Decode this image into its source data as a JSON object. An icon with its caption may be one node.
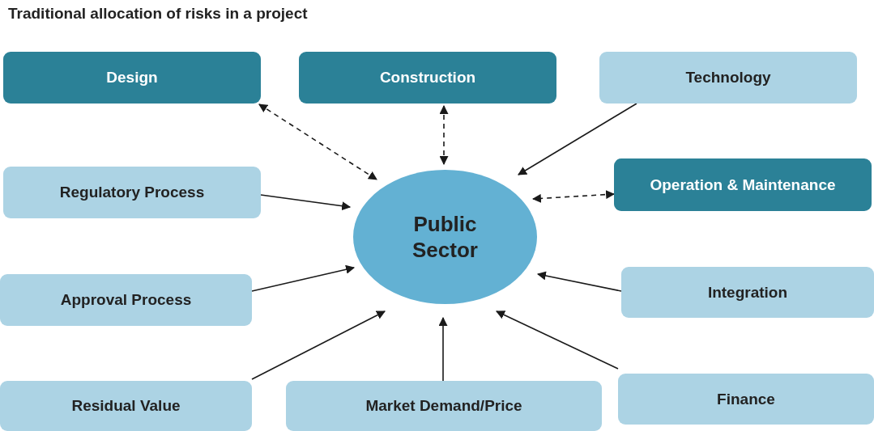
{
  "diagram": {
    "title": "Traditional allocation of risks in a project",
    "nodes": [
      {
        "text": [
          "Design"
        ]
      },
      {
        "text": [
          "Construction"
        ]
      },
      {
        "text": [
          "Technology"
        ]
      },
      {
        "text": [
          "Regulatory Process"
        ]
      },
      {
        "text": [
          "Public Sector"
        ]
      },
      {
        "text": [
          "Operation & Maintenance"
        ]
      },
      {
        "text": [
          "Approval Process"
        ]
      },
      {
        "text": [
          "Integration"
        ]
      },
      {
        "text": [
          "Residual Value"
        ]
      },
      {
        "text": [
          "Market Demand/Price"
        ]
      },
      {
        "text": [
          "Finance"
        ]
      }
    ],
    "edges": [
      {
        "from": 0,
        "to": 4,
        "arrow": "both",
        "style": "dashed"
      },
      {
        "from": 1,
        "to": 4,
        "arrow": "both",
        "style": "dashed"
      },
      {
        "from": 2,
        "to": 4,
        "arrow": "to"
      },
      {
        "from": 5,
        "to": 4,
        "arrow": "both",
        "style": "dashed"
      },
      {
        "from": 3,
        "to": 4,
        "arrow": "to"
      },
      {
        "from": 6,
        "to": 4,
        "arrow": "to"
      },
      {
        "from": 7,
        "to": 4,
        "arrow": "to"
      },
      {
        "from": 8,
        "to": 4,
        "arrow": "to"
      },
      {
        "from": 9,
        "to": 4,
        "arrow": "to"
      },
      {
        "from": 10,
        "to": 4,
        "arrow": "to"
      }
    ]
  }
}
